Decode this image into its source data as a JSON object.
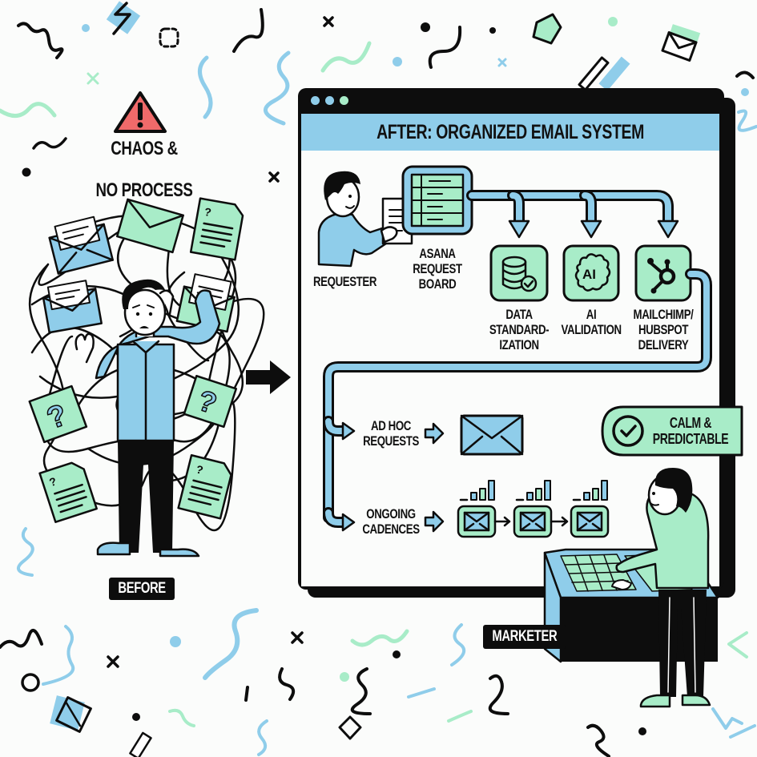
{
  "colors": {
    "blue": "#8fcdea",
    "green": "#a8ecc8",
    "black": "#0d0d0d",
    "red": "#f06a6a",
    "background": "#fbfcfb"
  },
  "before": {
    "warning_icon": "warning-triangle-icon",
    "heading_line1": "CHAOS &",
    "heading_line2": "NO PROCESS",
    "label": "BEFORE"
  },
  "transition_arrow": "right-arrow-icon",
  "window": {
    "dots": [
      "#8fcdea",
      "#8fcdea",
      "#a8ecc8"
    ],
    "title": "AFTER: ORGANIZED EMAIL SYSTEM"
  },
  "flow": {
    "requester": {
      "label": "REQUESTER"
    },
    "board": {
      "label_line1": "ASANA",
      "label_line2": "REQUEST",
      "label_line3": "BOARD"
    },
    "steps": [
      {
        "icon": "database-check-icon",
        "line1": "DATA",
        "line2": "STANDARD-",
        "line3": "IZATION"
      },
      {
        "icon": "ai-brain-icon",
        "icon_text": "AI",
        "line1": "AI",
        "line2": "VALIDATION",
        "line3": ""
      },
      {
        "icon": "hubspot-sprocket-icon",
        "line1": "MAILCHIMP/",
        "line2": "HUBSPOT",
        "line3": "DELIVERY"
      }
    ],
    "branches": [
      {
        "line1": "AD HOC",
        "line2": "REQUESTS"
      },
      {
        "line1": "ONGOING",
        "line2": "CADENCES"
      }
    ],
    "status_badge": {
      "line1": "CALM &",
      "line2": "PREDICTABLE"
    }
  },
  "marketer": {
    "label": "MARKETER"
  }
}
